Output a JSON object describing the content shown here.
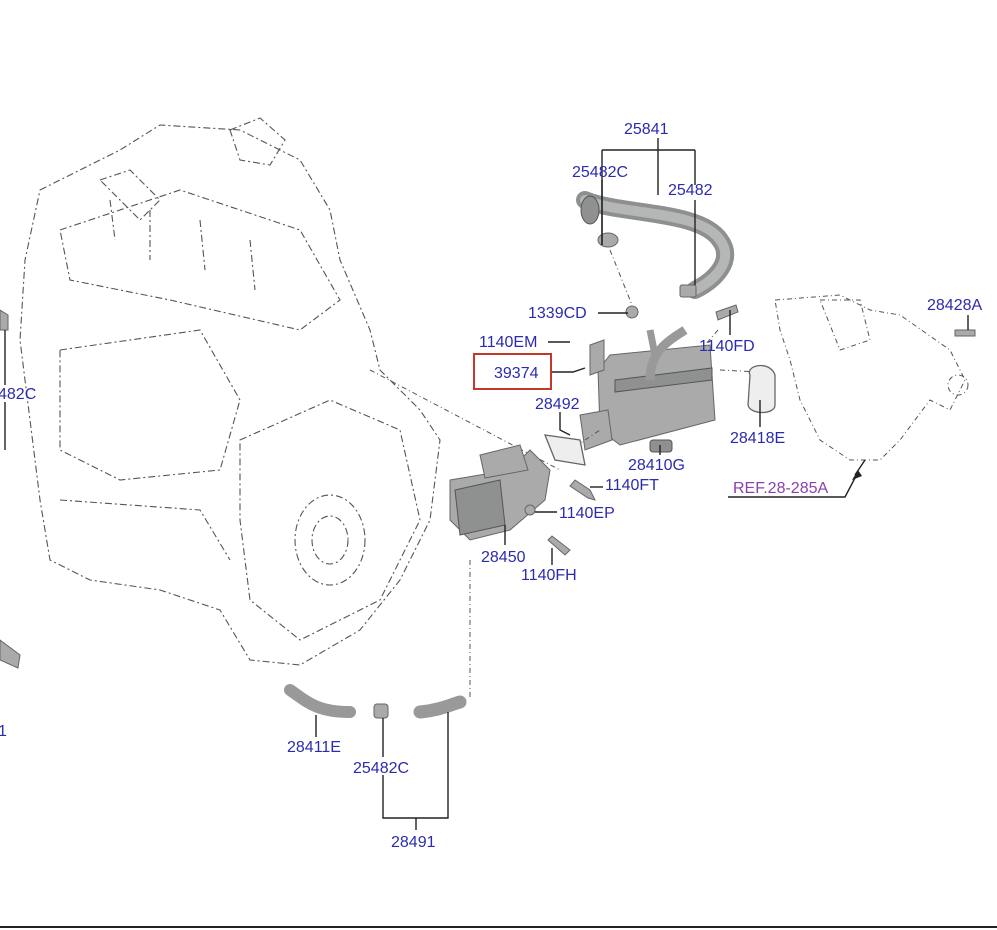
{
  "diagram": {
    "highlighted_part": "39374",
    "colors": {
      "label": "#2b2bb0",
      "reference": "#8b3fb0",
      "highlight": "#c0392b"
    },
    "labels": {
      "p25841": "25841",
      "p25482C_top": "25482C",
      "p25482": "25482",
      "p1339CD": "1339CD",
      "p1140EM": "1140EM",
      "p39374": "39374",
      "p1140FD": "1140FD",
      "p28428A": "28428A",
      "p28492": "28492",
      "p28418E": "28418E",
      "p28410G": "28410G",
      "p1140FT": "1140FT",
      "p1140EP": "1140EP",
      "p28450": "28450",
      "p1140FH": "1140FH",
      "ref": "REF.28-285A",
      "p28411E": "28411E",
      "p25482C_bottom": "25482C",
      "p28491": "28491",
      "left_cut_1": "482C",
      "left_cut_2": "1"
    }
  }
}
